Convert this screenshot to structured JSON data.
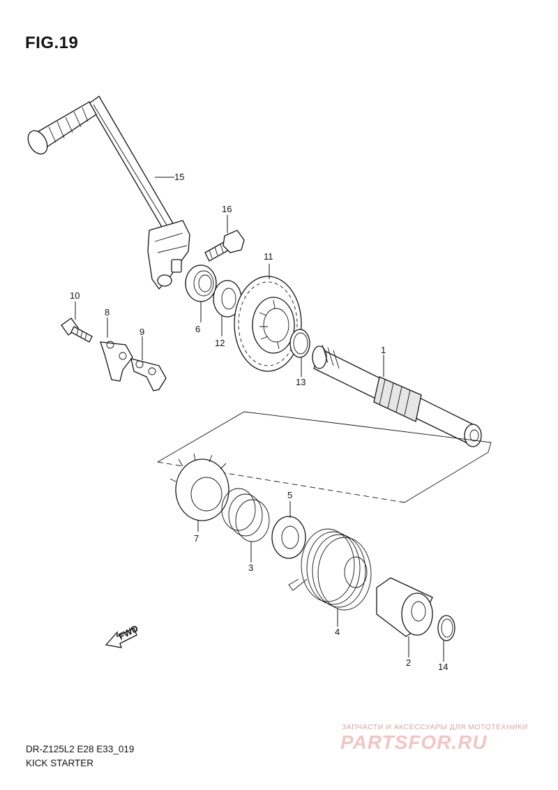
{
  "figure": {
    "title": "FIG.19"
  },
  "callouts": {
    "p1": "1",
    "p2": "2",
    "p3": "3",
    "p4": "4",
    "p5": "5",
    "p6": "6",
    "p7": "7",
    "p8": "8",
    "p9": "9",
    "p10": "10",
    "p11": "11",
    "p12": "12",
    "p13": "13",
    "p14": "14",
    "p15": "15",
    "p16": "16"
  },
  "fwd_label": "FWD",
  "footer": {
    "model_code": "DR-Z125L2 E28 E33_019",
    "section_name": "KICK STARTER"
  },
  "watermark": {
    "tagline": "ЗАПЧАСТИ И АКСЕССУАРЫ ДЛЯ МОТОТЕХНИКИ",
    "logo": "PARTSFOR.RU"
  }
}
